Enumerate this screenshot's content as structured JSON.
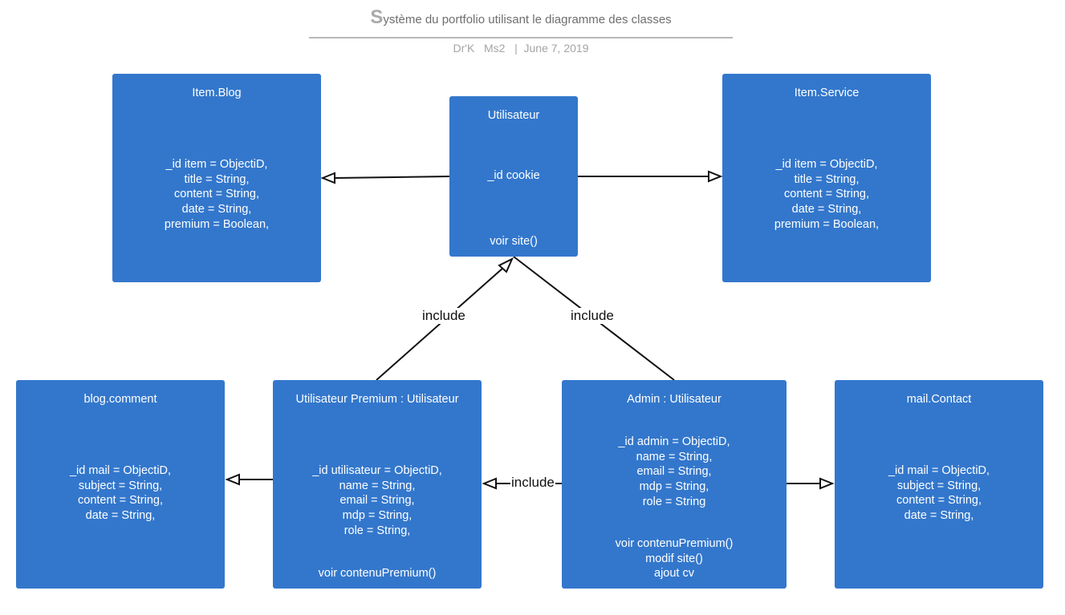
{
  "header": {
    "title_first": "S",
    "title_rest": "ystème du portfolio utilisant le diagramme des classes",
    "author": "Dr'K   Ms2",
    "separator": "|",
    "date": "June 7, 2019"
  },
  "classes": {
    "item_blog": {
      "title": "Item.Blog",
      "attributes": [
        "_id item = ObjectiD,",
        "title = String,",
        "content = String,",
        "date = String,",
        "premium = Boolean,"
      ]
    },
    "utilisateur": {
      "title": "Utilisateur",
      "attributes": [
        "_id cookie"
      ],
      "methods": [
        "voir site()"
      ]
    },
    "item_service": {
      "title": "Item.Service",
      "attributes": [
        "_id item = ObjectiD,",
        "title = String,",
        "content = String,",
        "date = String,",
        "premium = Boolean,"
      ]
    },
    "blog_comment": {
      "title": "blog.comment",
      "attributes": [
        "_id mail = ObjectiD,",
        "subject = String,",
        "content = String,",
        "date = String,"
      ]
    },
    "utilisateur_premium": {
      "title": "Utilisateur Premium : Utilisateur",
      "attributes": [
        "_id utilisateur = ObjectiD,",
        "name = String,",
        "email = String,",
        "mdp = String,",
        "role = String,"
      ],
      "methods": [
        "voir contenuPremium()"
      ]
    },
    "admin": {
      "title": "Admin : Utilisateur",
      "attributes": [
        "_id admin = ObjectiD,",
        "name = String,",
        "email = String,",
        "mdp = String,",
        "role = String"
      ],
      "methods": [
        "voir contenuPremium()",
        "modif site()",
        "ajout cv"
      ]
    },
    "mail_contact": {
      "title": "mail.Contact",
      "attributes": [
        "_id mail = ObjectiD,",
        "subject = String,",
        "content = String,",
        "date = String,"
      ]
    }
  },
  "relations": {
    "premium_to_utilisateur": "include",
    "utilisateur_to_admin": "include",
    "admin_to_premium": "include"
  },
  "colors": {
    "class_fill": "#3377cc",
    "class_text": "#ffffff",
    "connector": "#111111",
    "header_text": "#6f6f6f"
  }
}
